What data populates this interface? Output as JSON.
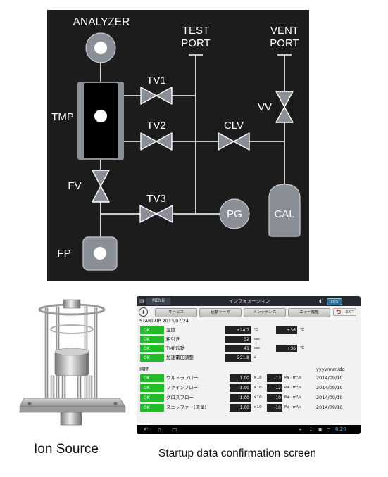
{
  "schematic": {
    "labels": {
      "analyzer": "ANALYZER",
      "test_port": [
        "TEST",
        "PORT"
      ],
      "vent_port": [
        "VENT",
        "PORT"
      ],
      "tmp": "TMP",
      "tv1": "TV1",
      "tv2": "TV2",
      "tv3": "TV3",
      "clv": "CLV",
      "vv": "VV",
      "fv": "FV",
      "fp": "FP",
      "pg": "PG",
      "cal": "CAL"
    },
    "colors": {
      "background": "#1c1c1c",
      "line": "#ffffff",
      "component_gray": "#8a8e96",
      "tmp_body": "#000000"
    }
  },
  "captions": {
    "ion_source": "Ion Source",
    "startup": "Startup data confirmation screen"
  },
  "tablet": {
    "menu_label": "MENU",
    "title": "インフォメーション",
    "battery": "99%",
    "tabs": [
      "サービス",
      "起動データ",
      "メンテナンス",
      "エラー履歴"
    ],
    "exit_label": "EXIT",
    "startup_header": "START-UP  2013/07/24",
    "startup_rows": [
      {
        "status": "OK",
        "label": "温度",
        "value": "+24.7",
        "unit": "℃",
        "value2": "+36",
        "unit2": "℃"
      },
      {
        "status": "OK",
        "label": "粗引き",
        "value": "32",
        "unit": "sec"
      },
      {
        "status": "OK",
        "label": "TMP起動",
        "value": "41",
        "unit": "sec",
        "value2": "+36",
        "unit2": "℃"
      },
      {
        "status": "OK",
        "label": "加速電圧調整",
        "value": "231.8",
        "unit": "V"
      }
    ],
    "sensitivity_header": "感度",
    "date_format": "yyyy/mm/dd",
    "sensitivity_rows": [
      {
        "status": "OK",
        "label": "ウルトラフロー",
        "mantissa": "1.00",
        "times": "×10",
        "exponent": "-13",
        "unit": "Pa · m³/s",
        "date": "2014/09/10"
      },
      {
        "status": "OK",
        "label": "ファインフロー",
        "mantissa": "1.00",
        "times": "×10",
        "exponent": "-12",
        "unit": "Pa · m³/s",
        "date": "2014/09/10"
      },
      {
        "status": "OK",
        "label": "グロスフロー",
        "mantissa": "1.00",
        "times": "×10",
        "exponent": "-10",
        "unit": "Pa · m³/s",
        "date": "2014/09/10"
      },
      {
        "status": "OK",
        "label": "スニッファー(流量)",
        "mantissa": "1.00",
        "times": "×10",
        "exponent": "-10",
        "unit": "Pa · m³/s",
        "date": "2014/09/10"
      }
    ],
    "clock": "6:20"
  }
}
